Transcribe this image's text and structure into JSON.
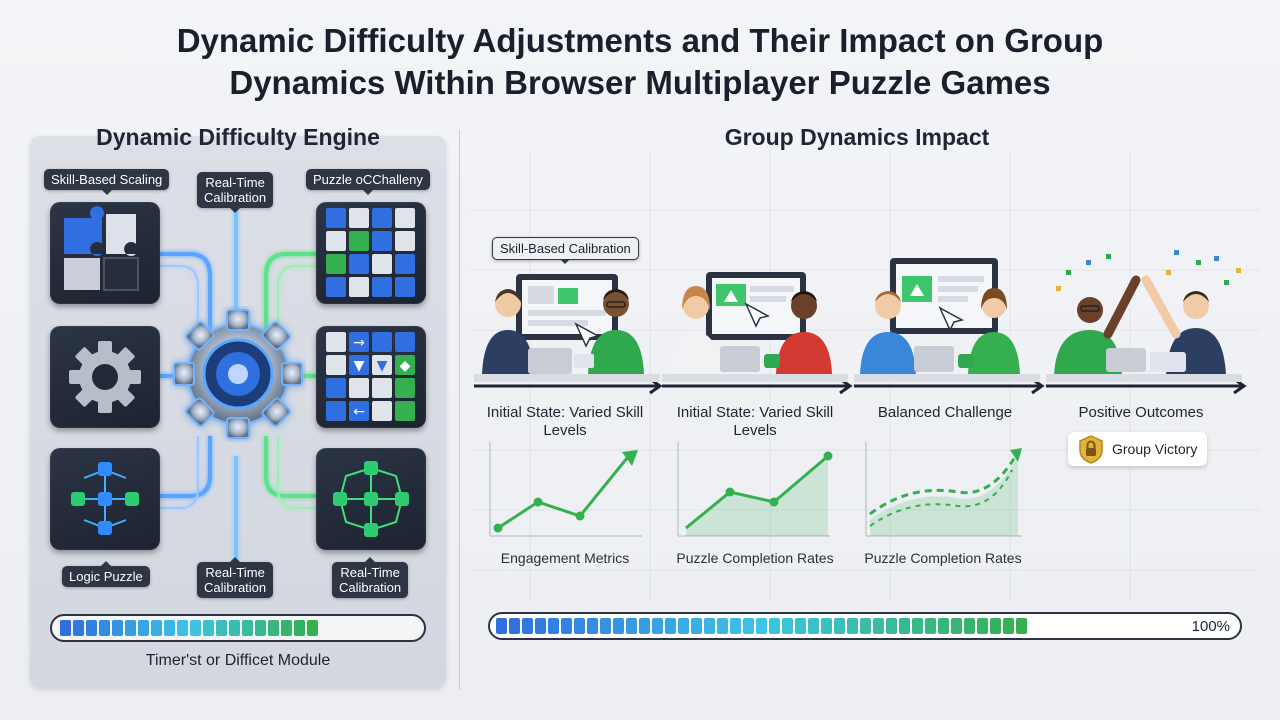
{
  "title": {
    "line1": "Dynamic Difficulty Adjustments and Their Impact on Group",
    "line2": "Dynamics Within Browser Multiplayer Puzzle Games"
  },
  "engine": {
    "heading": "Dynamic Difficulty Engine",
    "tags": {
      "skill_scaling": "Skill-Based Scaling",
      "calibration_top_l1": "Real-Time",
      "calibration_top_l2": "Calibration",
      "puzzle_challenge": "Puzzle oCChalleny",
      "logic_puzzle": "Logic Puzzle",
      "calibration_bottom_mid_l1": "Real-Time",
      "calibration_bottom_mid_l2": "Calibration",
      "calibration_bottom_right_l1": "Real-Time",
      "calibration_bottom_right_l2": "Calibration"
    },
    "caption": "Timer'st or Difficet Module",
    "progress_fraction": 0.75
  },
  "impact": {
    "heading": "Group Dynamics Impact",
    "callout": "Skill-Based Calibration",
    "stages": [
      {
        "label_l1": "Initial State: Varied Skill",
        "label_l2": "Levels",
        "chart_label": "Engagement Metrics"
      },
      {
        "label_l1": "Initial State: Varied Skill",
        "label_l2": "Levels",
        "chart_label": "Puzzle Completion Rates"
      },
      {
        "label_l1": "Balanced Challenge",
        "label_l2": "",
        "chart_label": "Puzzle Completion Rates"
      },
      {
        "label_l1": "Positive Outcomes",
        "label_l2": "",
        "chart_label": ""
      }
    ],
    "badge": "Group Victory",
    "progress_text": "100%",
    "progress_fraction": 0.73
  },
  "colors": {
    "blue": "#2f6fe0",
    "cyan": "#3ec4e6",
    "green": "#34b04e",
    "dark": "#1e2532"
  },
  "icons": {
    "badge": "lock-shield-icon",
    "engine": "gear-icon"
  }
}
